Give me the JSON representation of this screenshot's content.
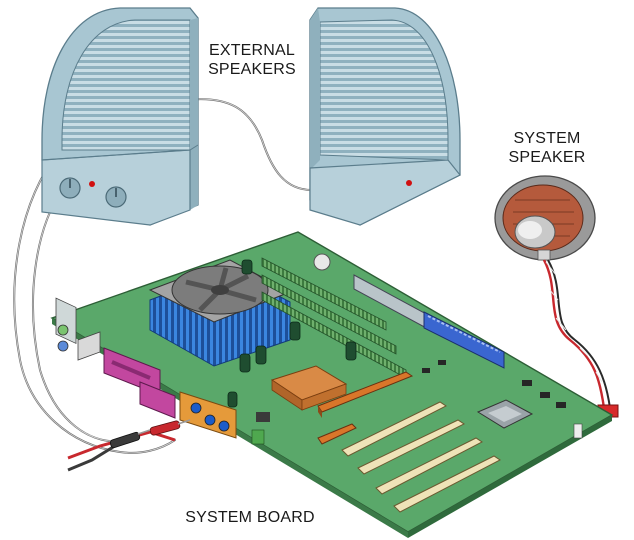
{
  "labels": {
    "external_speakers_line1": "EXTERNAL",
    "external_speakers_line2": "SPEAKERS",
    "system_speaker_line1": "SYSTEM",
    "system_speaker_line2": "SPEAKER",
    "system_board": "SYSTEM BOARD"
  },
  "colors": {
    "speaker_body": "#b9d3dd",
    "speaker_dark": "#7fa3b2",
    "board_green": "#5aa86a",
    "heatsink_blue": "#2f6fc9",
    "slot_orange": "#d9762a",
    "slot_cream": "#efe3b8",
    "port_magenta": "#c2479f",
    "port_orange": "#e59a3a",
    "probe_red": "#c8282e",
    "led_red": "#d01010"
  }
}
